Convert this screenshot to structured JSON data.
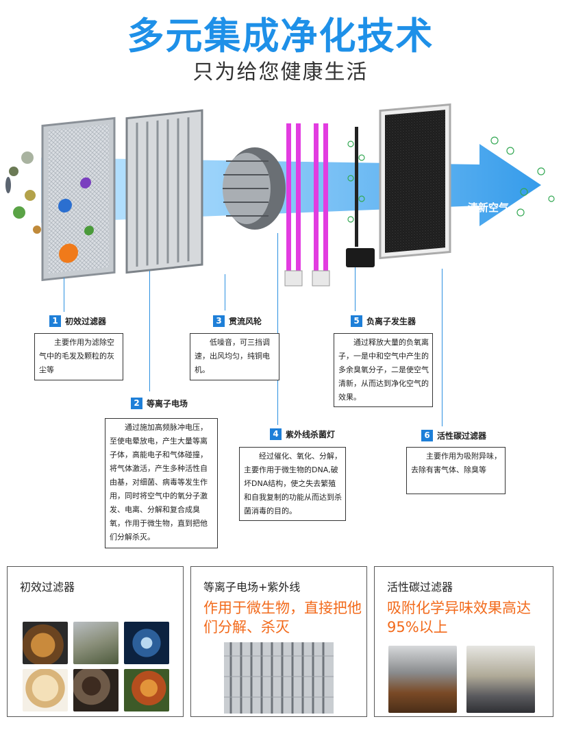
{
  "header": {
    "title": "多元集成净化技术",
    "subtitle": "只为给您健康生活"
  },
  "illustration": {
    "arrow_label": "清新空气"
  },
  "components": [
    {
      "num": "1",
      "name": "初效过滤器",
      "desc": "主要作用为滤除空气中的毛发及颗粒的灰尘等"
    },
    {
      "num": "2",
      "name": "等离子电场",
      "desc": "通过施加高频脉冲电压，至使电晕放电，产生大量等离子体，高能电子和气体碰撞，将气体激活，产生多种活性自由基，对细菌、病毒等发生作用，同时将空气中的氧分子激发、电离、分解和复合成臭氧，作用于微生物，直到把他们分解杀灭。"
    },
    {
      "num": "3",
      "name": "贯流风轮",
      "desc": "低噪音，可三挡调速，出风均匀，纯铜电机。"
    },
    {
      "num": "4",
      "name": "紫外线杀菌灯",
      "desc": "经过催化、氧化、分解，主要作用于微生物的DNA,破坏DNA结构，使之失去繁殖和自我复制的功能从而达到杀菌消毒的目的。"
    },
    {
      "num": "5",
      "name": "负离子发生器",
      "desc": "通过释放大量的负氧离子，一是中和空气中产生的多余臭氧分子，二是使空气清新，从而达到净化空气的效果。"
    },
    {
      "num": "6",
      "name": "活性碳过滤器",
      "desc": "主要作用为吸附异味，去除有害气体、除臭等"
    }
  ],
  "panels": [
    {
      "title": "初效过滤器",
      "highlight": ""
    },
    {
      "title": "等离子电场+紫外线",
      "highlight": "作用于微生物，直接把他们分解、杀灭"
    },
    {
      "title": "活性碳过滤器",
      "highlight": "吸附化学异味效果高达95%以上"
    }
  ],
  "colors": {
    "title_blue": "#1e90e8",
    "number_badge": "#1e7fd8",
    "highlight_orange": "#f26a1b",
    "uv_lamp": "#e23ce0"
  }
}
